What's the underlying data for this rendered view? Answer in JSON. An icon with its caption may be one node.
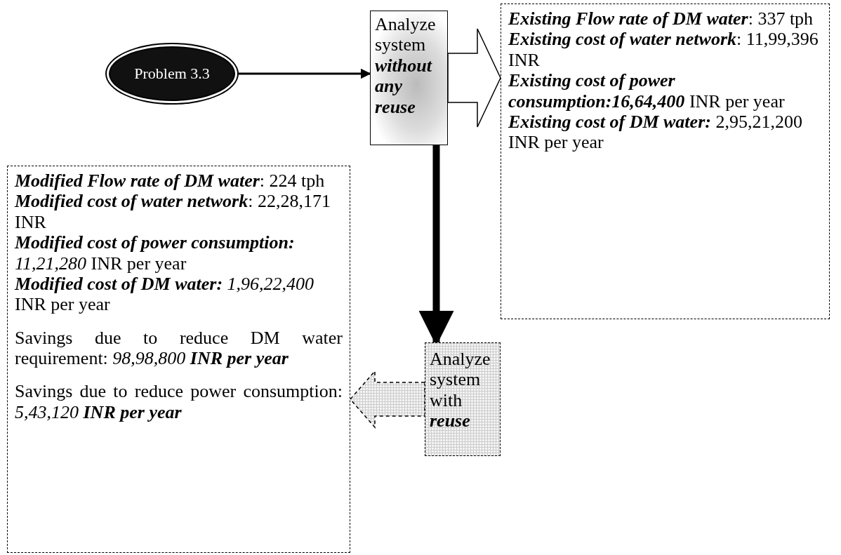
{
  "diagram": {
    "nodes": [
      {
        "text": [
          "Problem 3.3"
        ]
      },
      {
        "text": [
          "Analyze system **without any reuse**"
        ]
      },
      {
        "text": [
          "**Existing Flow rate of DM water**: 337 tph",
          "**Existing cost of water network**: 11,99,396 INR",
          "**Existing cost of power consumption:16,64,400** INR per year",
          "**Existing cost of DM water:** 2,95,21,200 INR per year"
        ]
      },
      {
        "text": [
          "**Modified Flow rate of DM water**: 224 tph",
          "**Modified cost of water network**: 22,28,171 INR",
          "**Modified cost of power consumption:** *11,21,280* INR per year",
          "**Modified cost of DM water:** *1,96,22,400* INR per year",
          "Savings due to reduce DM water requirement: *98,98,800* **INR per year**",
          "Savings due to reduce power consumption: *5,43,120* **INR per year**"
        ]
      },
      {
        "text": [
          "Analyze system with **reuse**"
        ]
      }
    ],
    "edges": [
      {
        "from": 0,
        "to": 1,
        "arrow": "to"
      },
      {
        "from": 1,
        "to": 2,
        "arrow": "to"
      },
      {
        "from": 1,
        "to": 4,
        "arrow": "to",
        "style": "thick"
      },
      {
        "from": 4,
        "to": 3,
        "arrow": "to",
        "style": "dashed"
      }
    ]
  }
}
